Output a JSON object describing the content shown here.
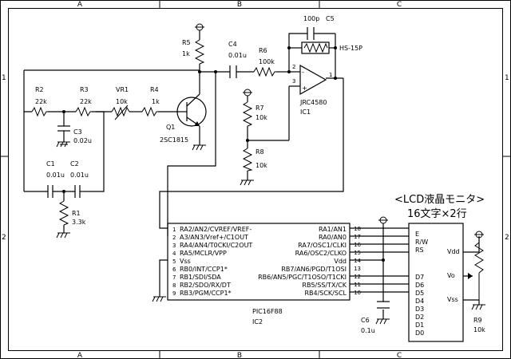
{
  "frame": {
    "cols": [
      "A",
      "B",
      "C"
    ],
    "rows": [
      "1",
      "2"
    ]
  },
  "parts": {
    "r5": {
      "ref": "R5",
      "value": "1k"
    },
    "c4": {
      "ref": "C4",
      "value": "0.01u"
    },
    "c5": {
      "ref": "C5",
      "value": "100p"
    },
    "hs": {
      "ref": "HS-15P"
    },
    "r6": {
      "ref": "R6",
      "value": "100k"
    },
    "r2": {
      "ref": "R2",
      "value": "22k"
    },
    "r3": {
      "ref": "R3",
      "value": "22k"
    },
    "vr1": {
      "ref": "VR1",
      "value": "10k"
    },
    "r4": {
      "ref": "R4",
      "value": "1k"
    },
    "q1": {
      "ref": "Q1",
      "value": "2SC1815"
    },
    "c3": {
      "ref": "C3",
      "value": "0.02u"
    },
    "ic1": {
      "ref": "IC1",
      "value": "JRC4580"
    },
    "r7": {
      "ref": "R7",
      "value": "10k"
    },
    "r8": {
      "ref": "R8",
      "value": "10k"
    },
    "c1": {
      "ref": "C1",
      "value": "0.01u"
    },
    "c2": {
      "ref": "C2",
      "value": "0.01u"
    },
    "r1": {
      "ref": "R1",
      "value": "3.3k"
    },
    "c6": {
      "ref": "C6",
      "value": "0.1u"
    },
    "r9": {
      "ref": "R9",
      "value": "10k"
    }
  },
  "opamp": {
    "pin_out": "1",
    "pin_inv": "2",
    "pin_noninv": "3",
    "minus": "-",
    "plus": "+"
  },
  "pic": {
    "ref": "IC2",
    "name": "PIC16F88",
    "left": [
      {
        "num": "1",
        "name": "RA2/AN2/CVREF/VREF-"
      },
      {
        "num": "2",
        "name": "A3/AN3/Vref+/C1OUT"
      },
      {
        "num": "3",
        "name": "RA4/AN4/T0CKI/C2OUT"
      },
      {
        "num": "4",
        "name": "RA5/MCLR/VPP"
      },
      {
        "num": "5",
        "name": "Vss"
      },
      {
        "num": "6",
        "name": "RB0/INT/CCP1*"
      },
      {
        "num": "7",
        "name": "RB1/SDI/SDA"
      },
      {
        "num": "8",
        "name": "RB2/SDO/RX/DT"
      },
      {
        "num": "9",
        "name": "RB3/PGM/CCP1*"
      }
    ],
    "right": [
      {
        "num": "18",
        "name": "RA1/AN1"
      },
      {
        "num": "17",
        "name": "RA0/AN0"
      },
      {
        "num": "16",
        "name": "RA7/OSC1/CLKI"
      },
      {
        "num": "15",
        "name": "RA6/OSC2/CLKO"
      },
      {
        "num": "14",
        "name": "Vdd"
      },
      {
        "num": "13",
        "name": "RB7/AN6/PGD/T1OSI"
      },
      {
        "num": "12",
        "name": "RB6/AN5/PGC/T1OSO/T1CKI"
      },
      {
        "num": "11",
        "name": "RB5/SS/TX/CK"
      },
      {
        "num": "10",
        "name": "RB4/SCK/SCL"
      }
    ]
  },
  "lcd": {
    "title1": "<LCD液晶モニタ>",
    "title2": "16文字×2行",
    "pins_left": [
      "E",
      "R/W",
      "RS",
      "D7",
      "D6",
      "D5",
      "D4",
      "D3",
      "D2",
      "D1",
      "D0"
    ],
    "vdd": "Vdd",
    "vo": "Vo",
    "vss": "Vss"
  }
}
